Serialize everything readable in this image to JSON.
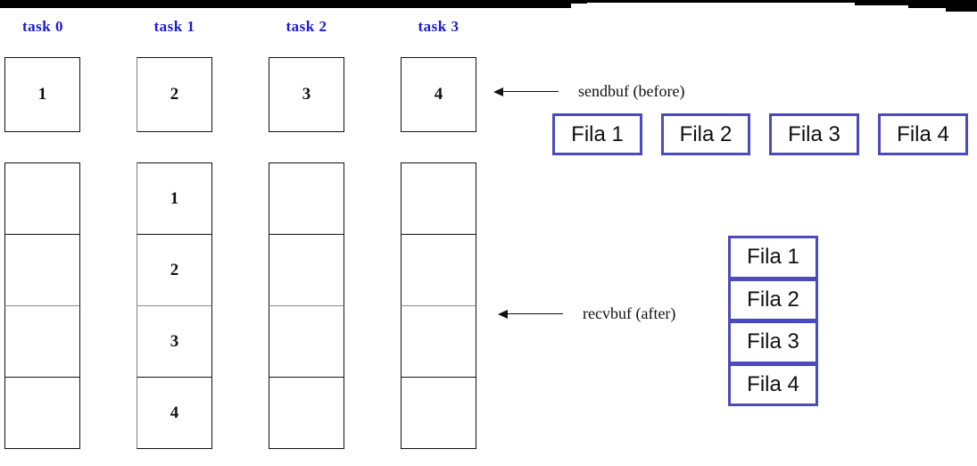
{
  "figure": {
    "title": "MPI gather-style buffer diagram",
    "background": "#ffffff",
    "label_color": "#1b1bd6",
    "box_border_color": "#121212",
    "fila_border_color": "#4b4bbd"
  },
  "columns": [
    {
      "label": "task 0",
      "sendbuf_value": "1",
      "recvbuf_values": [
        "",
        "",
        "",
        ""
      ]
    },
    {
      "label": "task 1",
      "sendbuf_value": "2",
      "recvbuf_values": [
        "1",
        "2",
        "3",
        "4"
      ]
    },
    {
      "label": "task 2",
      "sendbuf_value": "3",
      "recvbuf_values": [
        "",
        "",
        "",
        ""
      ]
    },
    {
      "label": "task 3",
      "sendbuf_value": "4",
      "recvbuf_values": [
        "",
        "",
        "",
        ""
      ]
    }
  ],
  "annotations": {
    "sendbuf": "sendbuf (before)",
    "recvbuf": "recvbuf (after)"
  },
  "fila_row": [
    {
      "label": "Fila 1"
    },
    {
      "label": "Fila 2"
    },
    {
      "label": "Fila 3"
    },
    {
      "label": "Fila 4"
    }
  ],
  "fila_stack": [
    {
      "label": "Fila 1"
    },
    {
      "label": "Fila 2"
    },
    {
      "label": "Fila 3"
    },
    {
      "label": "Fila 4"
    }
  ]
}
